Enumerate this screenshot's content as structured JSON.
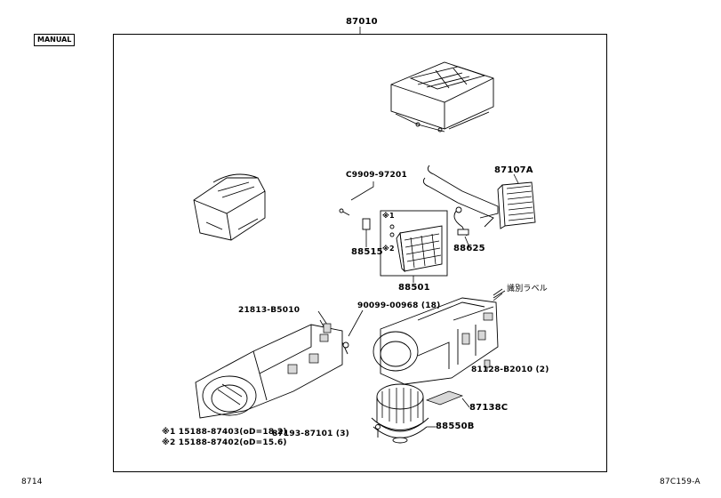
{
  "header": {
    "assembly_number": "87010",
    "manual_badge": "MANUAL"
  },
  "parts": {
    "upper_case": "",
    "c9909": "C9909-97201",
    "p87107a": "87107A",
    "p88515": "88515",
    "p88625": "88625",
    "p88501": "88501",
    "label_note": "識別ラベル",
    "p21813": "21813-B5010",
    "p90099": "90099-00968 (18)",
    "p81128": "81128-B2010 (2)",
    "p87138c": "87138C",
    "p87193": "87193-87101 (3)",
    "p88550b": "88550B",
    "mark1": "※1",
    "mark2": "※2"
  },
  "notes": {
    "note1": "※1  15188-87403(oD=18.2)",
    "note2": "※2  15188-87402(oD=15.6)"
  },
  "footer": {
    "page_left": "8714",
    "ref_code": "87C159-A"
  },
  "icons": [
    "heater-core-icon",
    "evaporator-icon",
    "blower-fan-icon",
    "case-icon",
    "screw-icon",
    "sensor-icon"
  ]
}
